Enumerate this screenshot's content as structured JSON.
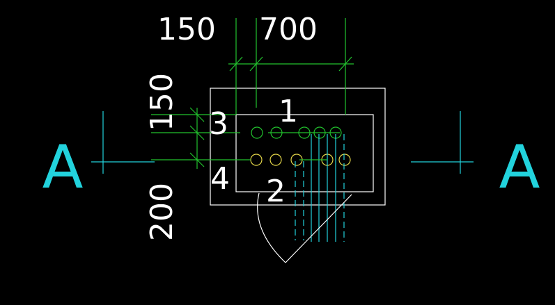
{
  "colors": {
    "background": "#000000",
    "outline": "#ffffff",
    "dimension": "#22c32e",
    "section": "#22d3dd",
    "rebar_top": "#22c32e",
    "rebar_bottom": "#e6d84a",
    "cyan_lines": "#22d3dd"
  },
  "dimensions": {
    "top_left": "150",
    "top_right": "700",
    "left_upper": "150",
    "left_lower": "200"
  },
  "labels": {
    "item_1": "1",
    "item_2": "2",
    "item_3": "3",
    "item_4": "4"
  },
  "section": {
    "left": "A",
    "right": "A"
  }
}
